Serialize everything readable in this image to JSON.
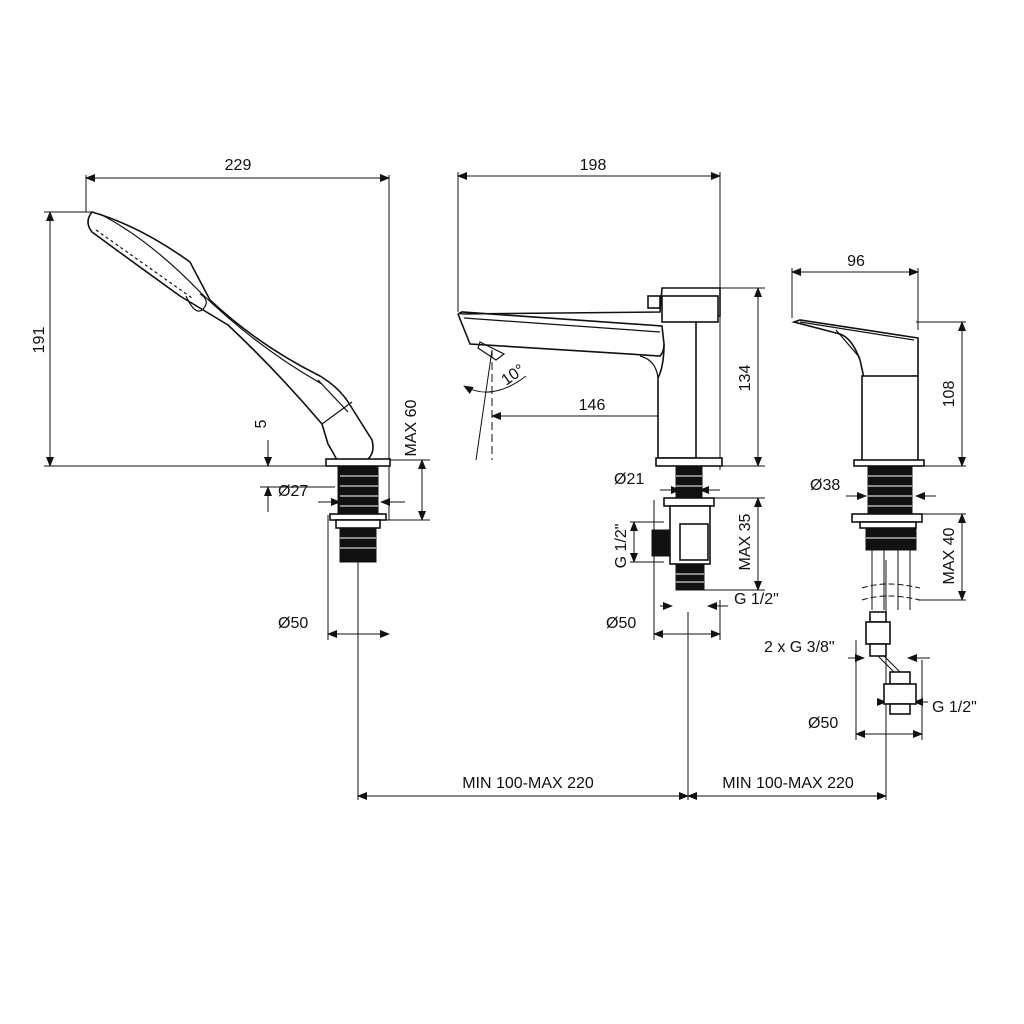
{
  "dimensions": {
    "shower_width": "229",
    "shower_height": "191",
    "shower_gap": "5",
    "shower_max": "MAX 60",
    "shower_hole_dia": "Ø27",
    "shower_base_dia": "Ø50",
    "spout_width": "198",
    "spout_angle": "10°",
    "spout_reach": "146",
    "spout_height": "134",
    "spout_hole_dia": "Ø21",
    "spout_max": "MAX 35",
    "spout_side_thread": "G 1/2\"",
    "spout_bottom_thread": "G 1/2\"",
    "spout_base_dia": "Ø50",
    "mixer_width": "96",
    "mixer_height": "108",
    "mixer_hole_dia": "Ø38",
    "mixer_max": "MAX 40",
    "mixer_hose_thread": "2 x G 3/8\"",
    "mixer_bottom_thread": "G 1/2\"",
    "mixer_base_dia": "Ø50",
    "spacing_left": "MIN 100-MAX 220",
    "spacing_right": "MIN 100-MAX 220"
  }
}
